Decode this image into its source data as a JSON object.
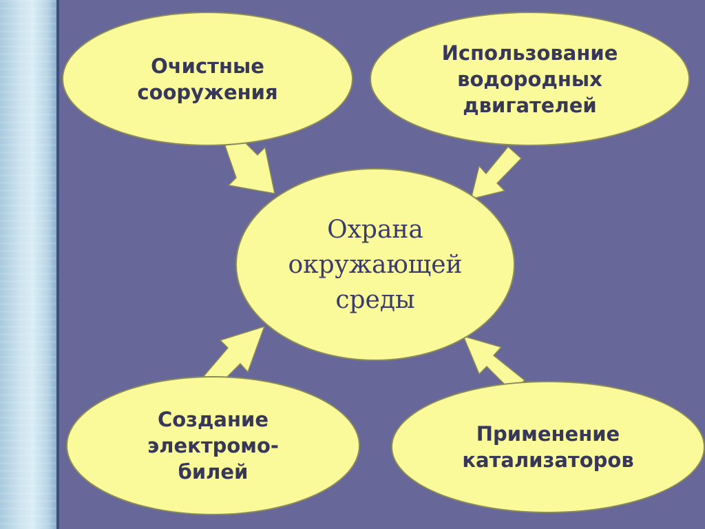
{
  "diagram": {
    "center": {
      "label": "Охрана\nокружающей\nсреды"
    },
    "nodes": {
      "top_left": {
        "label": "Очистные\nсооружения"
      },
      "top_right": {
        "label": "Использование\nводородных\nдвигателей"
      },
      "bottom_left": {
        "label": "Создание\nэлектромо-\nбилей"
      },
      "bottom_right": {
        "label": "Применение\nкатализаторов"
      }
    },
    "colors": {
      "background": "#68679a",
      "node_fill": "#fafa9a",
      "arrow_fill": "#fafa9a",
      "text": "#37375a"
    }
  }
}
